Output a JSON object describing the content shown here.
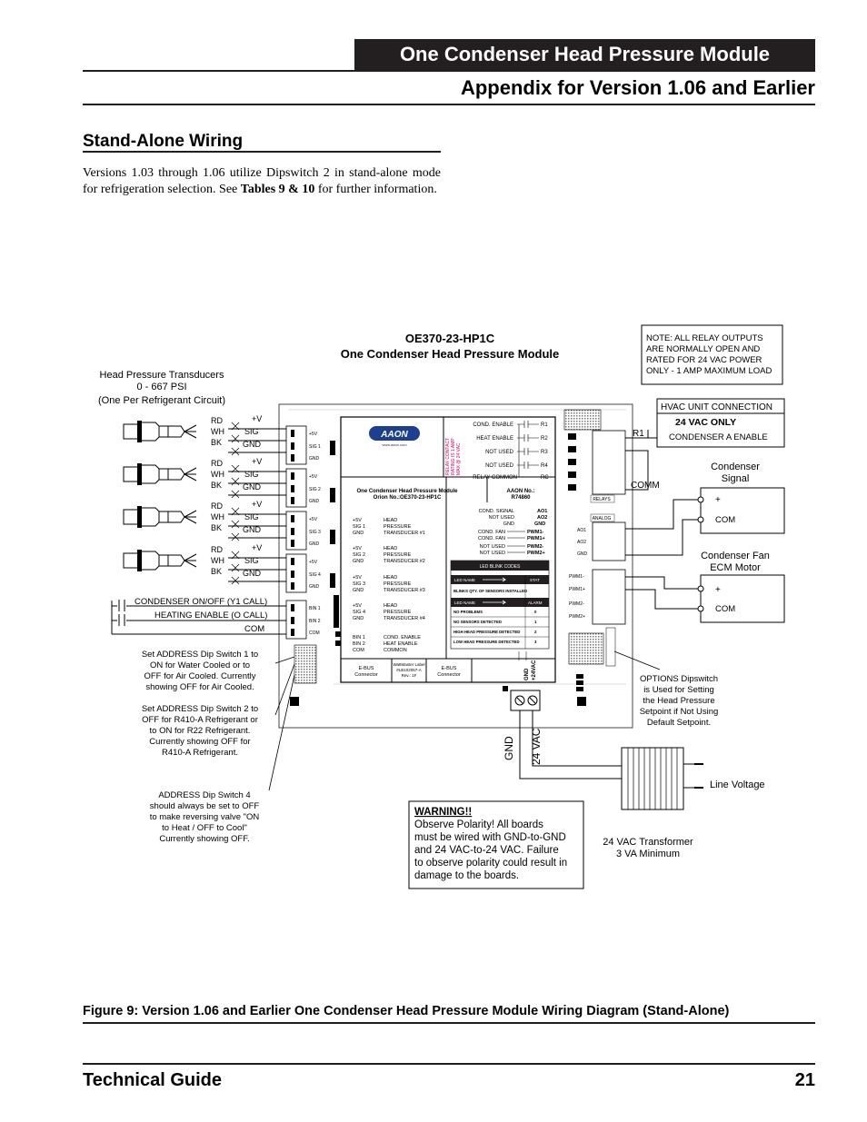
{
  "header": {
    "module_title": "One Condenser Head Pressure Module",
    "appendix_title": "Appendix for Version 1.06 and Earlier"
  },
  "section": {
    "title": "Stand-Alone Wiring",
    "intro_1": "Versions 1.03 through 1.06 utilize Dipswitch 2 in stand-alone mode for refrigeration selection. See ",
    "intro_bold": "Tables 9 & 10",
    "intro_2": " for further information."
  },
  "diagram": {
    "title_model": "OE370-23-HP1C",
    "title_name": "One Condenser Head Pressure Module",
    "relay_note": [
      "NOTE:  ALL RELAY OUTPUTS",
      "ARE NORMALLY OPEN AND",
      "RATED FOR 24 VAC POWER",
      "ONLY - 1 AMP MAXIMUM LOAD"
    ],
    "transducer_label": [
      "Head Pressure Transducers",
      "0 - 667 PSI",
      "(One Per Refrigerant Circuit)"
    ],
    "wire_colors": [
      "RD",
      "WH",
      "BK"
    ],
    "wire_signals": [
      "+V",
      "SIG",
      "GND"
    ],
    "terminal_labels": [
      "+5V",
      "SIG 1",
      "GND",
      "+5V",
      "SIG 2",
      "GND",
      "+5V",
      "SIG 3",
      "GND",
      "+5V",
      "SIG 4",
      "GND",
      "BIN 1",
      "BIN 2",
      "COM"
    ],
    "condenser_call": "CONDENSER ON/OFF (Y1 CALL)",
    "heating_enable": "HEATING ENABLE (O CALL)",
    "com_label": "COM",
    "aaon_logo": "AAON",
    "aaon_url": "www.aaon.com",
    "board_name": [
      "One Condenser Head Pressure Module",
      "Orion No.:OE370-23-HP1C"
    ],
    "aaon_no": [
      "AAON No.:",
      "R74860"
    ],
    "relays": [
      "COND. ENABLE",
      "HEAT ENABLE",
      "NOT USED",
      "NOT USED",
      "RELAY COMMON"
    ],
    "relay_terms": [
      "R1",
      "R2",
      "R3",
      "R4",
      "RC"
    ],
    "relay_rating": [
      "RELAY CONTACT",
      "RATING IS 1 AMP",
      "MAX @ 24 VAC"
    ],
    "inner_transducers": [
      {
        "pins": [
          "+5V",
          "SIG 1",
          "GND"
        ],
        "label": [
          "HEAD",
          "PRESSURE",
          "TRANSDUCER #1"
        ]
      },
      {
        "pins": [
          "+5V",
          "SIG 2",
          "GND"
        ],
        "label": [
          "HEAD",
          "PRESSURE",
          "TRANSDUCER #2"
        ]
      },
      {
        "pins": [
          "+5V",
          "SIG 3",
          "GND"
        ],
        "label": [
          "HEAD",
          "PRESSURE",
          "TRANSDUCER #3"
        ]
      },
      {
        "pins": [
          "+5V",
          "SIG 4",
          "GND"
        ],
        "label": [
          "HEAD",
          "PRESSURE",
          "TRANSDUCER #4"
        ]
      }
    ],
    "inner_bin": {
      "pins": [
        "BIN 1",
        "BIN 2",
        "COM"
      ],
      "label": [
        "COND. ENABLE",
        "HEAT ENABLE",
        "COMMON"
      ]
    },
    "analog_outputs": [
      {
        "label": "COND. SIGNAL",
        "pin": "AO1"
      },
      {
        "label": "NOT USED",
        "pin": "AO2"
      },
      {
        "label": "GND",
        "pin": "GND"
      },
      {
        "label": "COND. FAN",
        "pin": "PWM1-"
      },
      {
        "label": "COND. FAN",
        "pin": "PWM1+"
      },
      {
        "label": "NOT USED",
        "pin": "PWM2-"
      },
      {
        "label": "NOT USED",
        "pin": "PWM2+"
      }
    ],
    "led_table": {
      "title": "LED BLINK CODES",
      "head_1": [
        "LED NAME",
        "STAT"
      ],
      "row_1": "BLINKS QTY. OF SENSORS INSTALLED",
      "head_2": [
        "LED NAME",
        "ALARM"
      ],
      "rows": [
        [
          "NO PROBLEMS",
          "0"
        ],
        [
          "NO SENSORS DETECTED",
          "1"
        ],
        [
          "HIGH HEAD PRESSURE DETECTED",
          "2"
        ],
        [
          "LOW HEAD PRESSURE DETECTED",
          "3"
        ]
      ]
    },
    "ebus": [
      "E-BUS",
      "Connector"
    ],
    "wattmaster_label": [
      "WattMaster Label",
      "#LB102057-A",
      "Rev.: 1F"
    ],
    "power_pins": [
      "GND",
      "+24VAC"
    ],
    "right_terms": [
      "AO1",
      "AO2",
      "GND",
      "PWM1-",
      "PWM1+",
      "PWM2-",
      "PWM2+"
    ],
    "relays_tag": "RELAYS",
    "analog_tag": "ANALOG",
    "hvac_unit": "HVAC UNIT CONNECTION",
    "vac24_only": "24 VAC ONLY",
    "condenser_enable": "CONDENSER A ENABLE",
    "r1": "R1",
    "comm": "COMM",
    "condenser_signal": [
      "Condenser",
      "Signal"
    ],
    "plus": "+",
    "com": "COM",
    "condenser_fan": [
      "Condenser Fan",
      "ECM Motor"
    ],
    "options_note": [
      "OPTIONS Dipswitch",
      "is Used for Setting",
      "the Head Pressure",
      "Setpoint if Not Using",
      "Default Setpoint."
    ],
    "dip1_note": [
      "Set ADDRESS Dip Switch 1 to",
      "ON for Water Cooled or to",
      "OFF for Air Cooled. Currently",
      "showing OFF for Air Cooled."
    ],
    "dip2_note": [
      "Set ADDRESS Dip Switch 2 to",
      "OFF for R410-A Refrigerant or",
      "to ON for R22 Refrigerant.",
      "Currently showing OFF for",
      "R410-A Refrigerant."
    ],
    "dip4_note": [
      "ADDRESS Dip Switch 4",
      "should always be set to OFF",
      "to make reversing valve \"ON",
      "to Heat / OFF to Cool\"",
      "Currently showing OFF."
    ],
    "gnd": "GND",
    "vac24": "24 VAC",
    "line_voltage": "Line Voltage",
    "transformer": [
      "24 VAC Transformer",
      "3 VA Minimum"
    ],
    "warning_title": "WARNING!!",
    "warning_body": [
      "Observe Polarity! All boards",
      "must be wired with GND-to-GND",
      "and 24 VAC-to-24 VAC. Failure",
      "to observe polarity could result in",
      "damage to the boards."
    ]
  },
  "figure_caption": "Figure 9:  Version 1.06 and Earlier One Condenser Head Pressure Module Wiring Diagram (Stand-Alone)",
  "footer": {
    "title": "Technical Guide",
    "page": "21"
  }
}
